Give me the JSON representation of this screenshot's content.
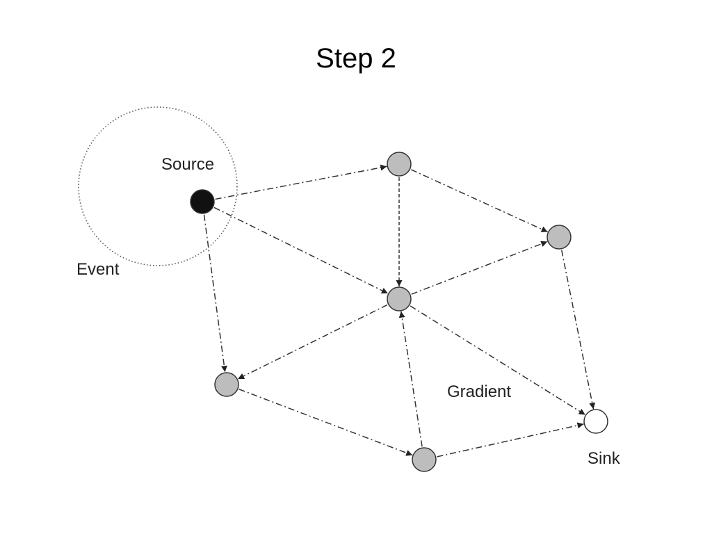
{
  "title": "Step 2",
  "labels": {
    "source": "Source",
    "event": "Event",
    "gradient": "Gradient",
    "sink": "Sink"
  },
  "colors": {
    "source_fill": "#111111",
    "relay_fill": "#bdbdbd",
    "sink_fill": "#ffffff",
    "stroke": "#333333"
  },
  "nodes": [
    {
      "id": "source",
      "role": "source"
    },
    {
      "id": "n-top",
      "role": "relay"
    },
    {
      "id": "n-right",
      "role": "relay"
    },
    {
      "id": "n-center",
      "role": "relay"
    },
    {
      "id": "n-left",
      "role": "relay"
    },
    {
      "id": "n-bottom",
      "role": "relay"
    },
    {
      "id": "sink",
      "role": "sink"
    }
  ],
  "edges": [
    {
      "from": "source",
      "to": "n-top",
      "style": "dash-dot"
    },
    {
      "from": "source",
      "to": "n-center",
      "style": "dash-dot"
    },
    {
      "from": "source",
      "to": "n-left",
      "style": "dash-dot"
    },
    {
      "from": "n-top",
      "to": "n-center",
      "style": "dashed"
    },
    {
      "from": "n-top",
      "to": "n-right",
      "style": "dash-dot"
    },
    {
      "from": "n-center",
      "to": "n-right",
      "style": "dash-dot"
    },
    {
      "from": "n-center",
      "to": "n-left",
      "style": "dash-dot"
    },
    {
      "from": "n-center",
      "to": "sink",
      "style": "dash-dot"
    },
    {
      "from": "n-right",
      "to": "sink",
      "style": "dash-dot"
    },
    {
      "from": "n-left",
      "to": "n-bottom",
      "style": "dash-dot"
    },
    {
      "from": "n-bottom",
      "to": "n-center",
      "style": "dash-dot"
    },
    {
      "from": "n-bottom",
      "to": "sink",
      "style": "dash-dot"
    }
  ]
}
